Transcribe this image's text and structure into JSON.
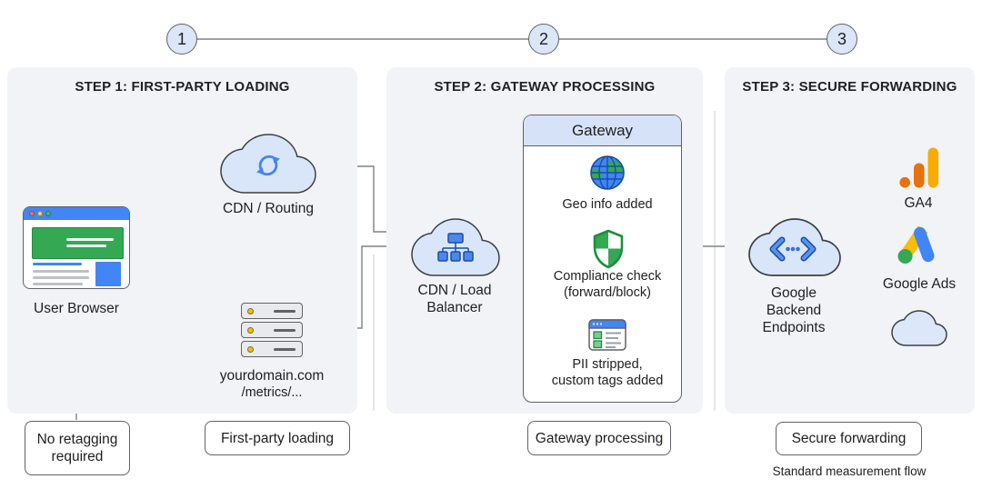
{
  "steps": [
    {
      "number": "1"
    },
    {
      "number": "2"
    },
    {
      "number": "3"
    }
  ],
  "panels": {
    "step1": {
      "title": "STEP 1: FIRST-PARTY LOADING",
      "browser_label": "User Browser",
      "cdn_label": "CDN / Routing",
      "server_lines": [
        "yourdomain.com",
        "/metrics/..."
      ],
      "note_lines": [
        "No retagging",
        "required"
      ],
      "tag": "First-party loading"
    },
    "step2": {
      "title": "STEP 2: GATEWAY PROCESSING",
      "lb_lines": [
        "CDN / Load",
        "Balancer"
      ],
      "gateway_title": "Gateway",
      "geo_label": "Geo info added",
      "compliance_lines": [
        "Compliance check",
        "(forward/block)"
      ],
      "pii_lines": [
        "PII stripped,",
        "custom tags added"
      ],
      "tag": "Gateway processing"
    },
    "step3": {
      "title": "STEP 3: SECURE FORWARDING",
      "backend_lines": [
        "Google",
        "Backend",
        "Endpoints"
      ],
      "ga4_label": "GA4",
      "ads_label": "Google Ads",
      "tag": "Secure forwarding",
      "footnote": "Standard measurement flow"
    }
  },
  "icons": {
    "browser": "browser-window-icon",
    "routing": "sync-arrows-cloud-icon",
    "server": "server-stack-icon",
    "load_balancer": "network-tree-cloud-icon",
    "geo": "globe-icon",
    "compliance": "shield-icon",
    "pii": "window-list-icon",
    "backend": "code-endpoints-cloud-icon",
    "ga4": "google-analytics-icon",
    "ads": "google-ads-icon",
    "other": "cloud-icon"
  },
  "colors": {
    "accent_blue": "#4285f4",
    "dark_blue": "#174ea6",
    "green": "#34a853",
    "dark_green": "#1e8e3e",
    "yellow": "#fbbc04",
    "amber": "#f9ab00",
    "orange": "#e8710a",
    "connector_gray": "#7d8288",
    "panel_bg": "#f2f3f6",
    "step_circle_bg": "#dbe6f9",
    "gateway_header_bg": "#d6e2f8",
    "cloud_fill": "#d9e5f8"
  }
}
